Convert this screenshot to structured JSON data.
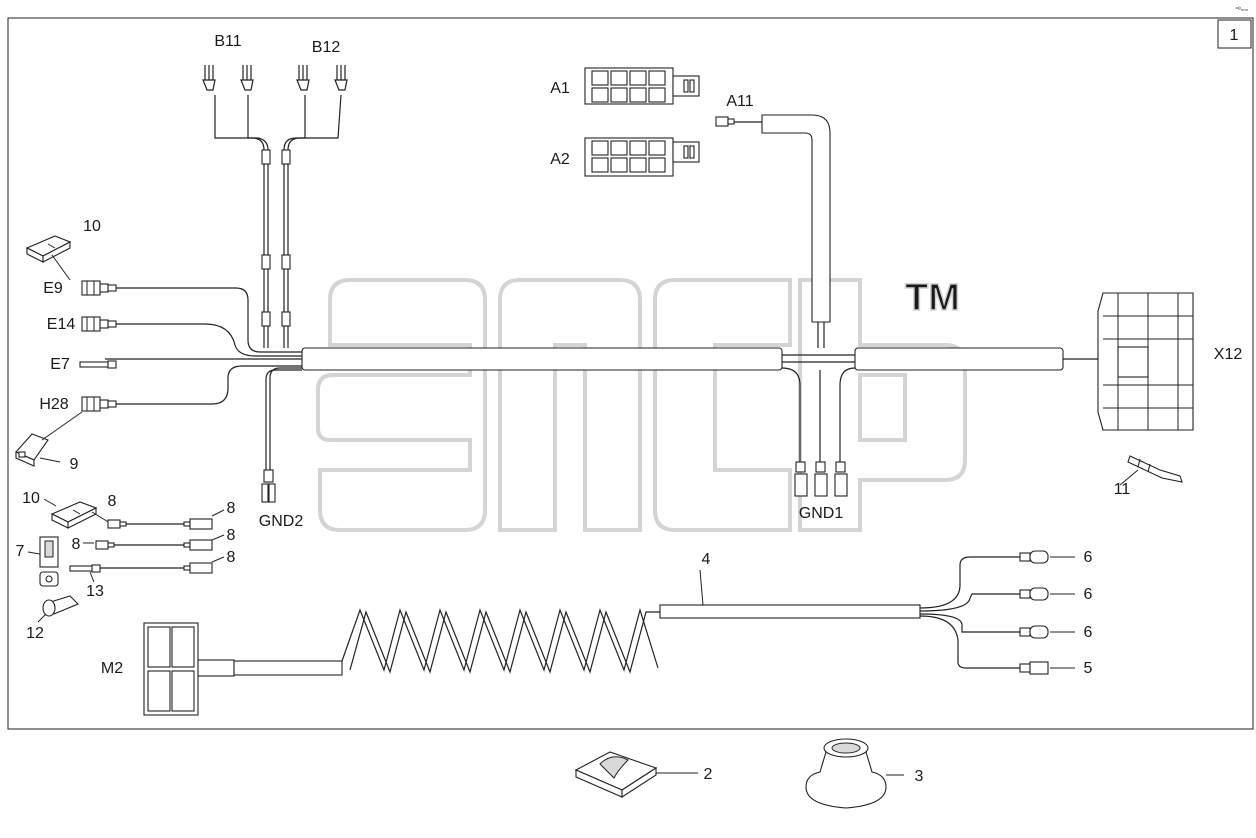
{
  "sheet": {
    "number": "1",
    "corner_mark": "°º▫▫▫"
  },
  "watermark": {
    "text": "anep",
    "tm": "TM"
  },
  "labels": {
    "B11": "B11",
    "B12": "B12",
    "A1": "A1",
    "A2": "A2",
    "A11": "A11",
    "n10a": "10",
    "E9": "E9",
    "E14": "E14",
    "E7": "E7",
    "H28": "H28",
    "n9": "9",
    "n10b": "10",
    "n8a": "8",
    "n8b": "8",
    "n8c": "8",
    "n8d": "8",
    "n8e": "8",
    "n7": "7",
    "n13": "13",
    "n12": "12",
    "GND2": "GND2",
    "GND1": "GND1",
    "X12": "X12",
    "n11": "11",
    "n4": "4",
    "n6a": "6",
    "n6b": "6",
    "n6c": "6",
    "n5": "5",
    "M2": "M2",
    "n2": "2",
    "n3": "3"
  },
  "colors": {
    "line": "#222222",
    "watermark": "#d4d4d4",
    "fill_gray": "#d9d9d9"
  }
}
